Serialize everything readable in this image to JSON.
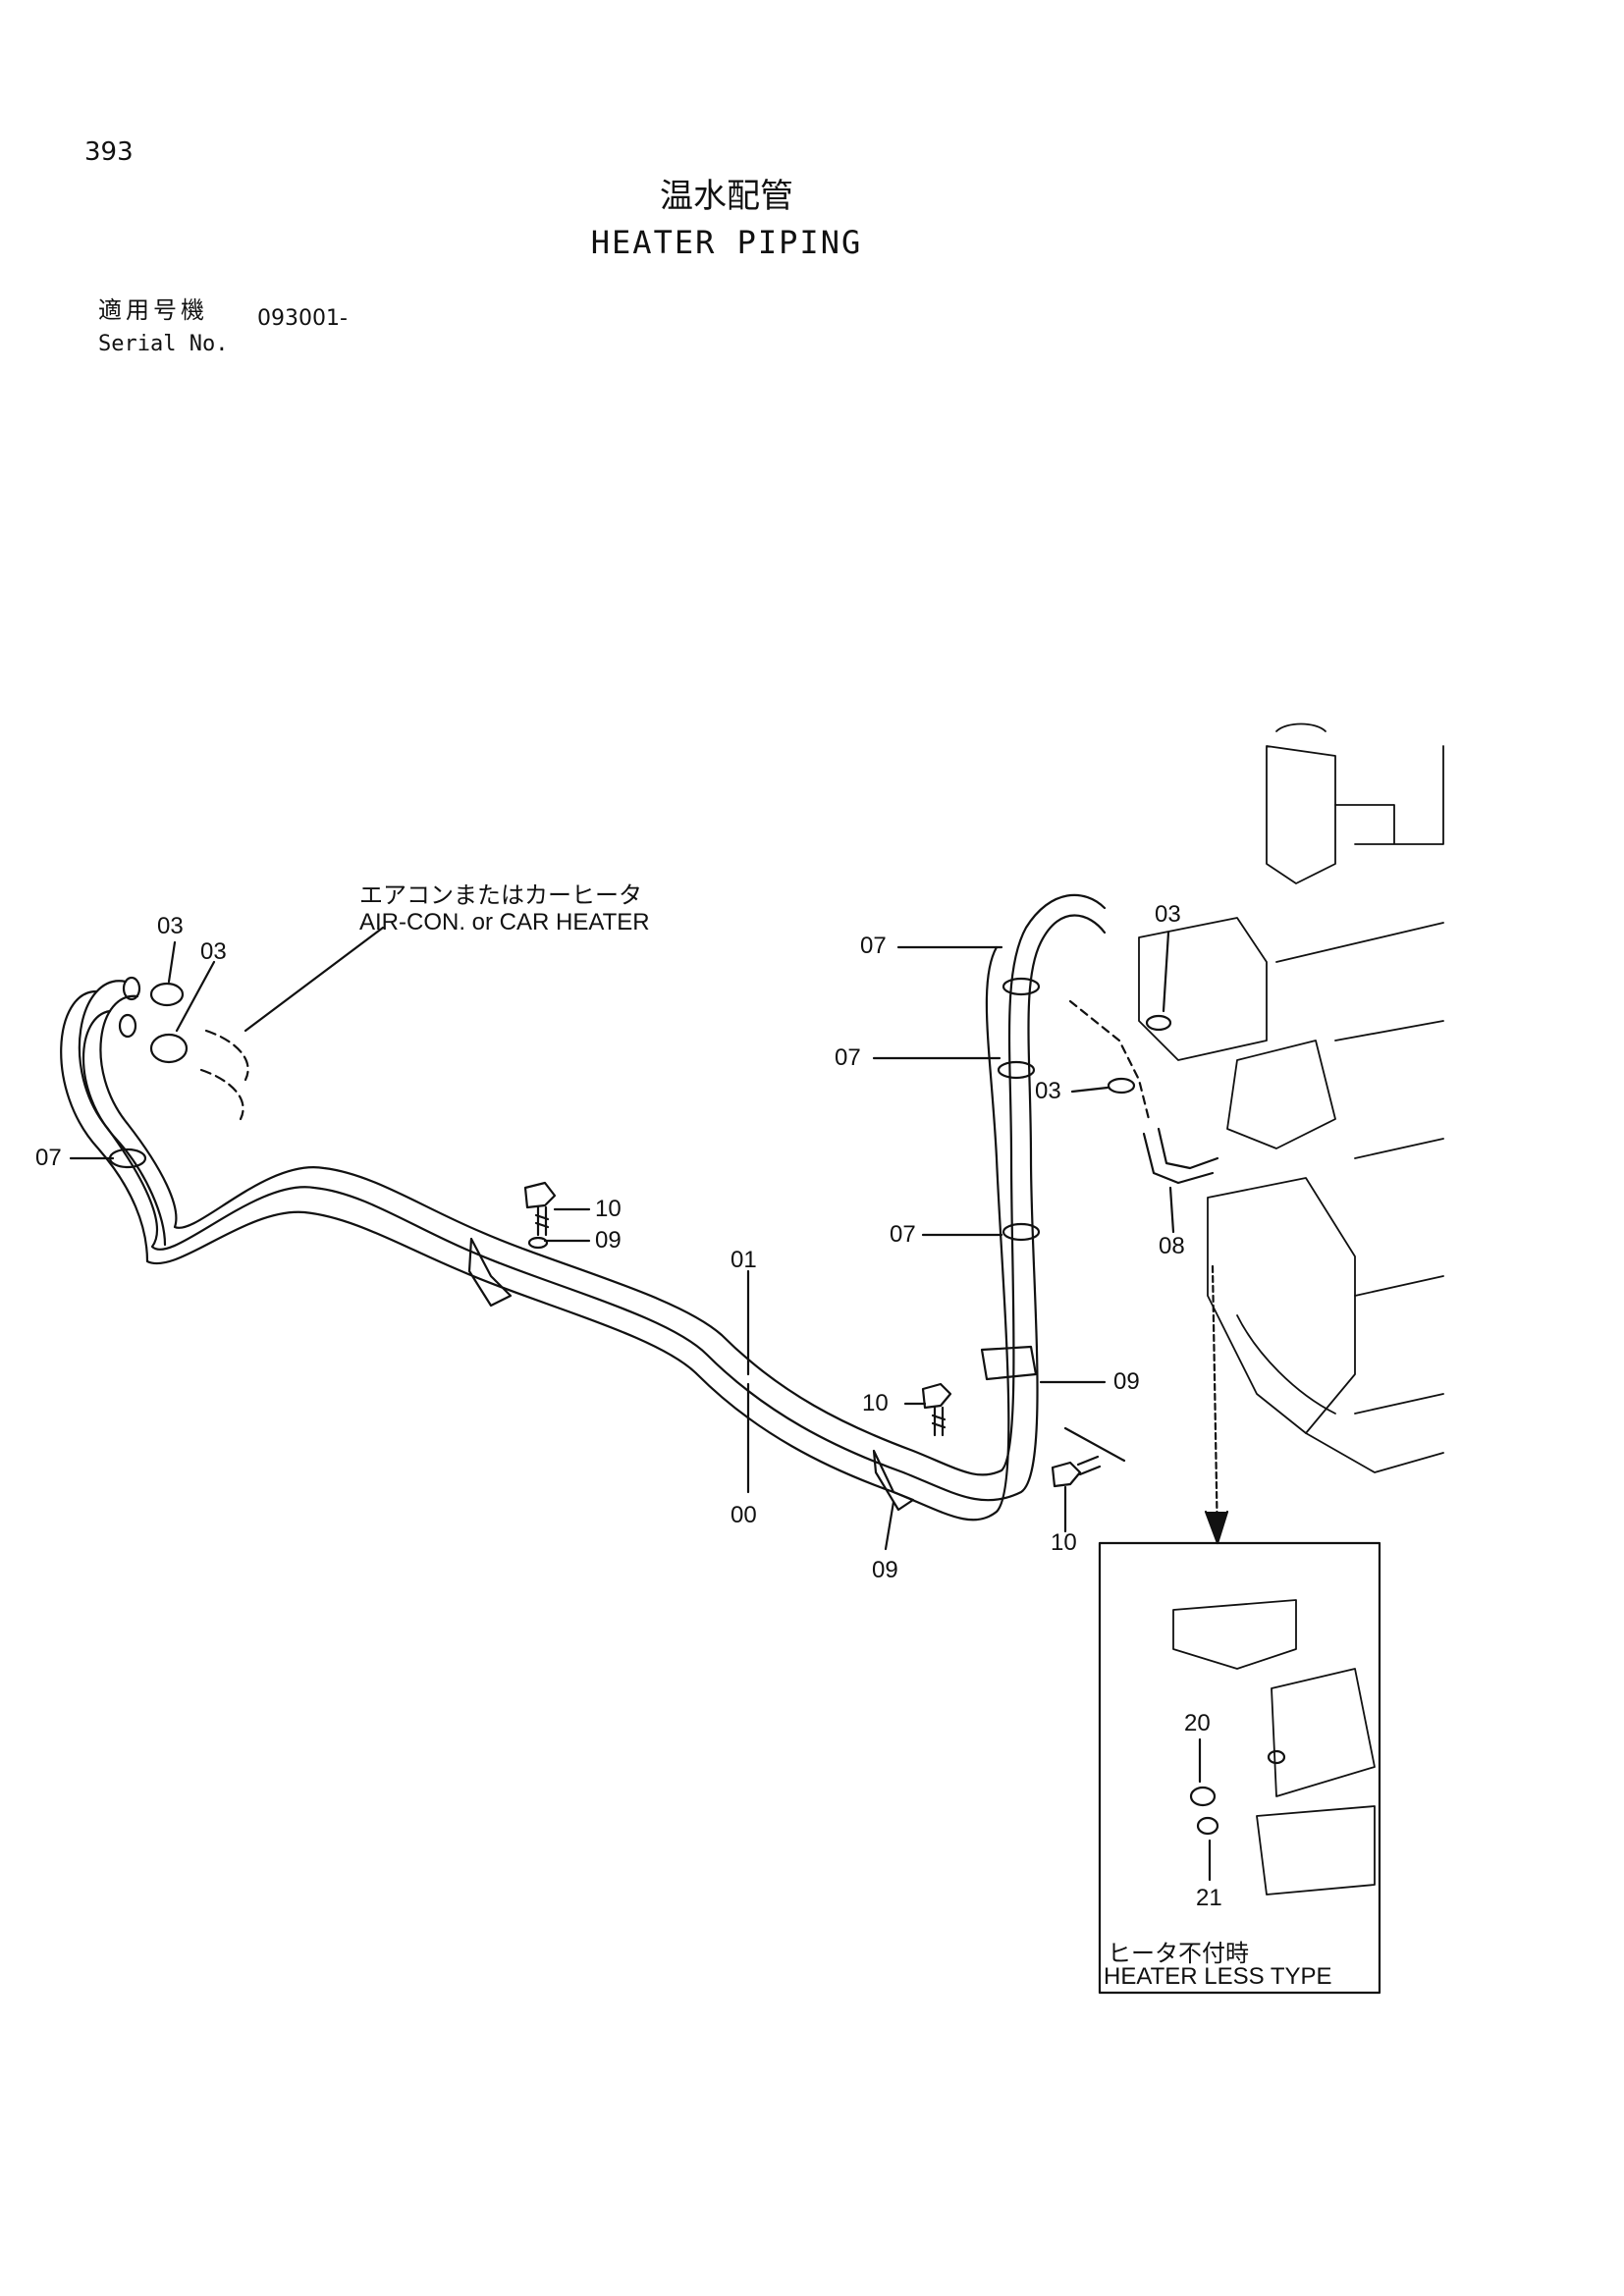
{
  "page_number": "393",
  "title_jp": "温水配管",
  "title_en": "HEATER PIPING",
  "serial_label_jp": "適用号機",
  "serial_label_en": "Serial No.",
  "serial_value": "093001-",
  "notes": {
    "aircon_jp": "エアコンまたはカーヒータ",
    "aircon_en": "AIR-CON. or CAR HEATER",
    "heaterless_jp": "ヒータ不付時",
    "heaterless_en": "HEATER LESS TYPE"
  },
  "callouts": {
    "c03a": "03",
    "c03b": "03",
    "c07a": "07",
    "c10a": "10",
    "c09a": "09",
    "c01": "01",
    "c00": "00",
    "c10b": "10",
    "c09b": "09",
    "c10c": "10",
    "c09c": "09",
    "c07b": "07",
    "c07c": "07",
    "c07d": "07",
    "c03c": "03",
    "c03d": "03",
    "c08": "08",
    "c20": "20",
    "c21": "21"
  }
}
